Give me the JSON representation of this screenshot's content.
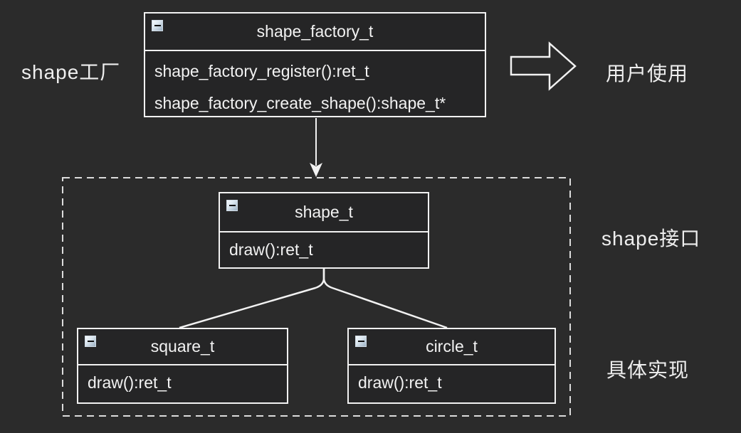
{
  "page": {
    "background_color": "#2b2b2b",
    "stroke_color": "#f2f2f2",
    "box_fill_color": "#252526"
  },
  "annotations": {
    "factory_label": "shape工厂",
    "user_label": "用户使用",
    "interface_label": "shape接口",
    "implementation_label": "具体实现"
  },
  "classes": {
    "factory": {
      "title": "shape_factory_t",
      "methods": [
        "shape_factory_register():ret_t",
        "shape_factory_create_shape():shape_t*"
      ]
    },
    "shape": {
      "title": "shape_t",
      "methods": [
        "draw():ret_t"
      ]
    },
    "square": {
      "title": "square_t",
      "methods": [
        "draw():ret_t"
      ]
    },
    "circle": {
      "title": "circle_t",
      "methods": [
        "draw():ret_t"
      ]
    }
  },
  "icons": {
    "collapse": "minus-collapse-icon"
  }
}
